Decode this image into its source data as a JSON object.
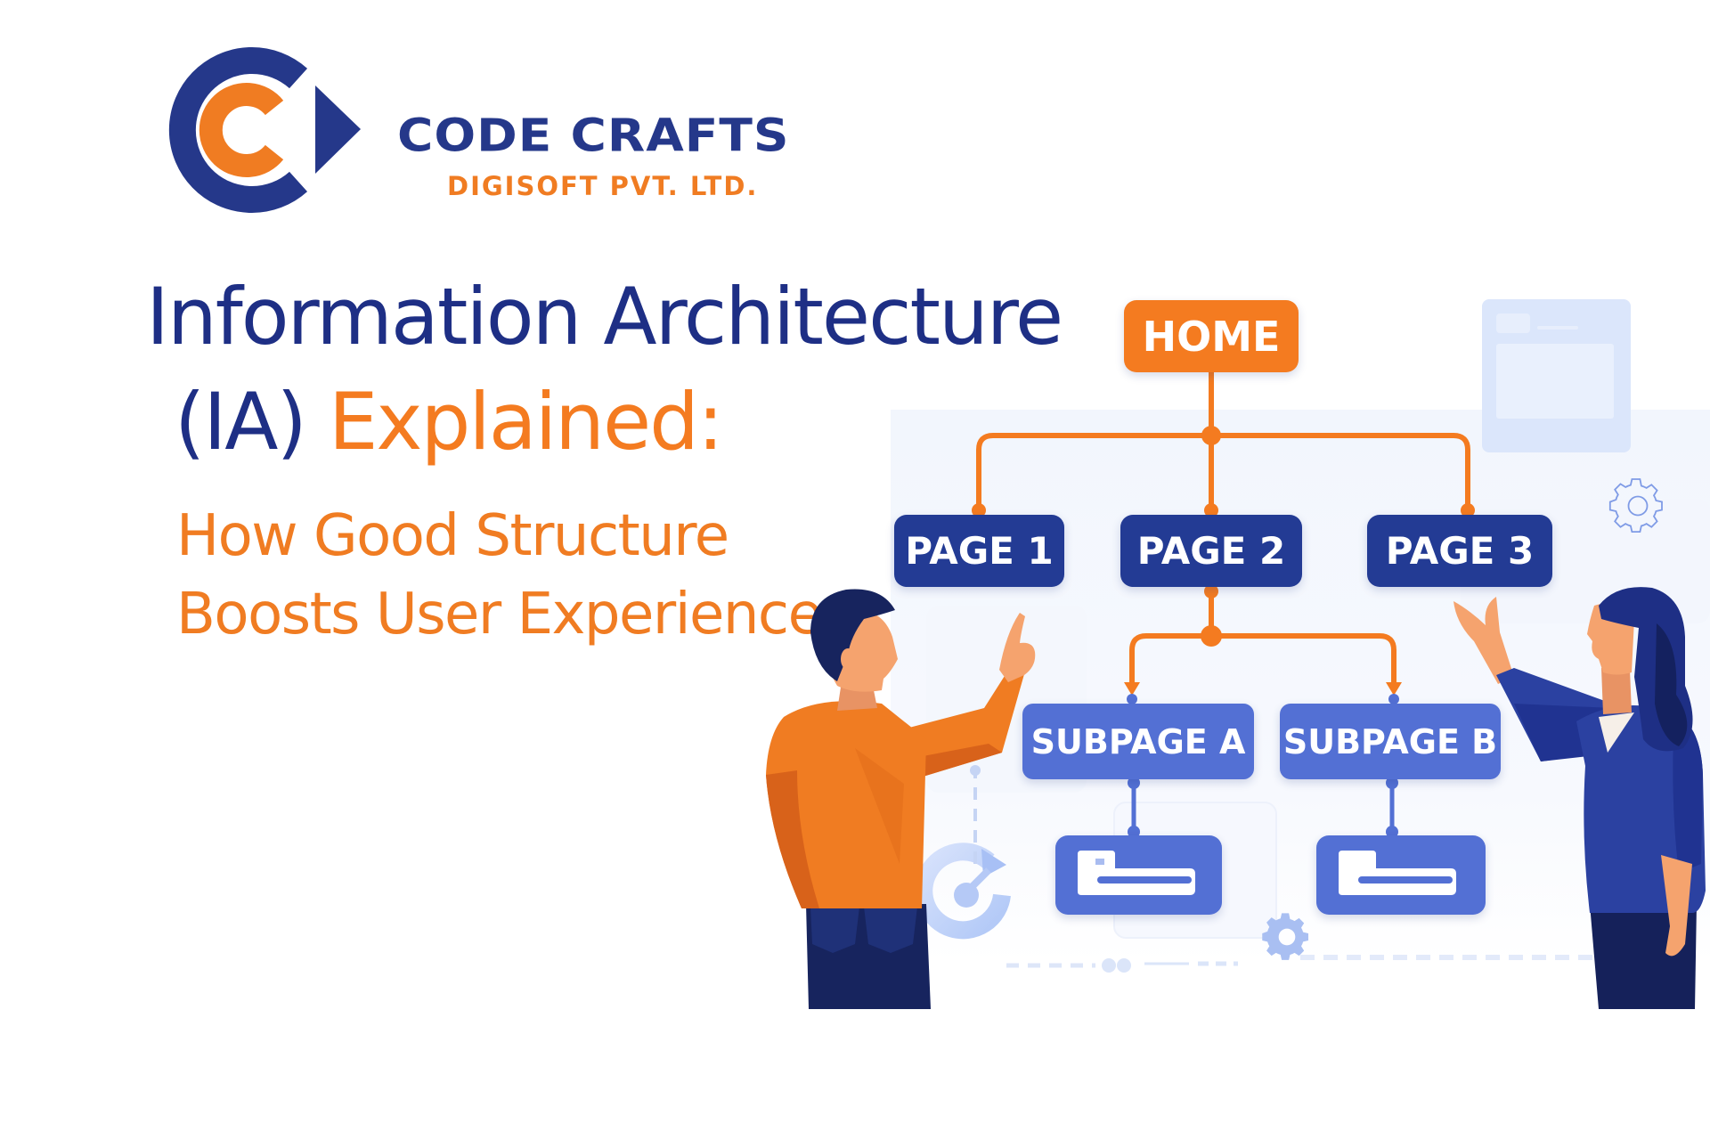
{
  "brand": {
    "name": "CODE CRAFTS",
    "tagline": "DIGISOFT PVT. LTD.",
    "logo_icon": "cc-play-logo-icon",
    "colors": {
      "navy": "#25388a",
      "orange": "#f07c22"
    }
  },
  "headline": {
    "line1": "Information Architecture",
    "line2_prefix": "(IA)",
    "line2_highlight": "Explained:",
    "subtitle_line1": "How Good Structure",
    "subtitle_line2": "Boosts User Experience",
    "colors": {
      "primary": "#1e2f85",
      "accent": "#f47b20"
    }
  },
  "sitemap": {
    "root": {
      "label": "HOME",
      "color": "#f47b20"
    },
    "pages": [
      {
        "label": "PAGE 1"
      },
      {
        "label": "PAGE 2"
      },
      {
        "label": "PAGE 3"
      }
    ],
    "subpages": [
      {
        "label": "SUBPAGE A",
        "parent": "PAGE 2"
      },
      {
        "label": "SUBPAGE B",
        "parent": "PAGE 2"
      }
    ],
    "content_blocks": [
      {
        "icon": "document-content-icon",
        "parent": "SUBPAGE A"
      },
      {
        "icon": "document-content-icon",
        "parent": "SUBPAGE B"
      }
    ],
    "colors": {
      "page": "#233b94",
      "subpage": "#5370d4",
      "connector": "#f47b20"
    }
  },
  "illustration": {
    "left_person": "man-pointing-illustration",
    "right_person": "woman-gesturing-illustration",
    "decorations": [
      "gear-icon",
      "refresh-cycle-icon",
      "browser-window-icon"
    ]
  }
}
